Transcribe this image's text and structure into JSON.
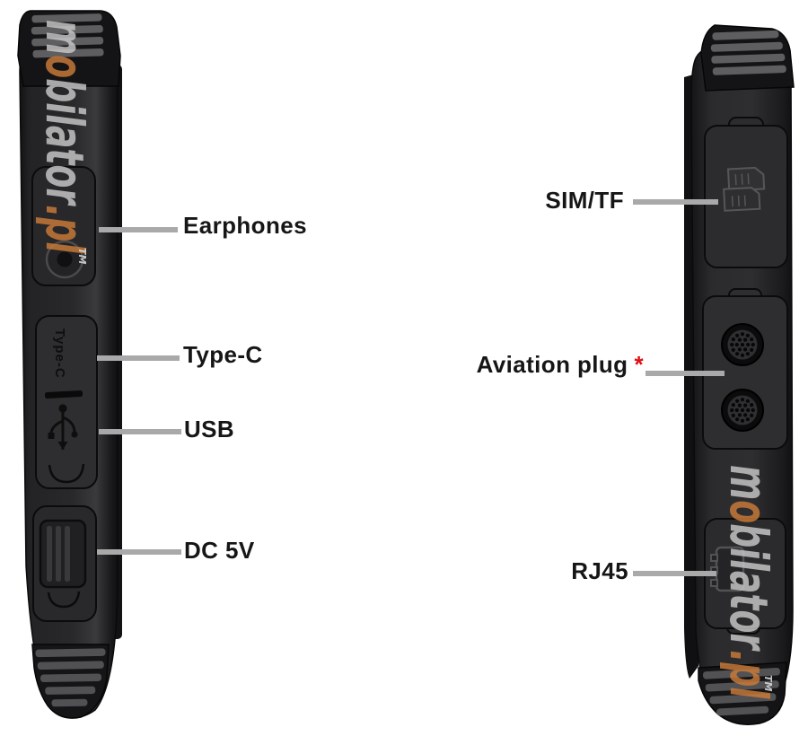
{
  "diagram": {
    "left_view": {
      "flap_marking": "Type-C",
      "callouts": [
        {
          "id": "earphones",
          "label": "Earphones"
        },
        {
          "id": "type-c",
          "label": "Type-C"
        },
        {
          "id": "usb",
          "label": "USB"
        },
        {
          "id": "dc-5v",
          "label": "DC 5V"
        }
      ]
    },
    "right_view": {
      "callouts": [
        {
          "id": "sim-tf",
          "label": "SIM/TF",
          "note": ""
        },
        {
          "id": "aviation-plug",
          "label": "Aviation plug",
          "note": "*"
        },
        {
          "id": "rj45",
          "label": "RJ45",
          "note": ""
        }
      ]
    }
  },
  "watermark": {
    "leading": "m",
    "accent_letter": "o",
    "trailing": "bilator",
    "suffix": ".pl",
    "trademark": "TM",
    "gray": "#c9c9c9",
    "accent": "#cb7c39"
  },
  "icons": {
    "usb": "usb-trident-icon",
    "sim": "sim-cards-icon",
    "aviation": "round-pin-connector-icon",
    "rj45": "rj45-jack-icon",
    "earphone_cover": "round-port-cover"
  },
  "colors": {
    "background": "#ffffff",
    "label_text": "#161616",
    "leader_line": "#a9a9a9",
    "asterisk_red": "#e20d12",
    "device_black": "#1e1e20"
  }
}
